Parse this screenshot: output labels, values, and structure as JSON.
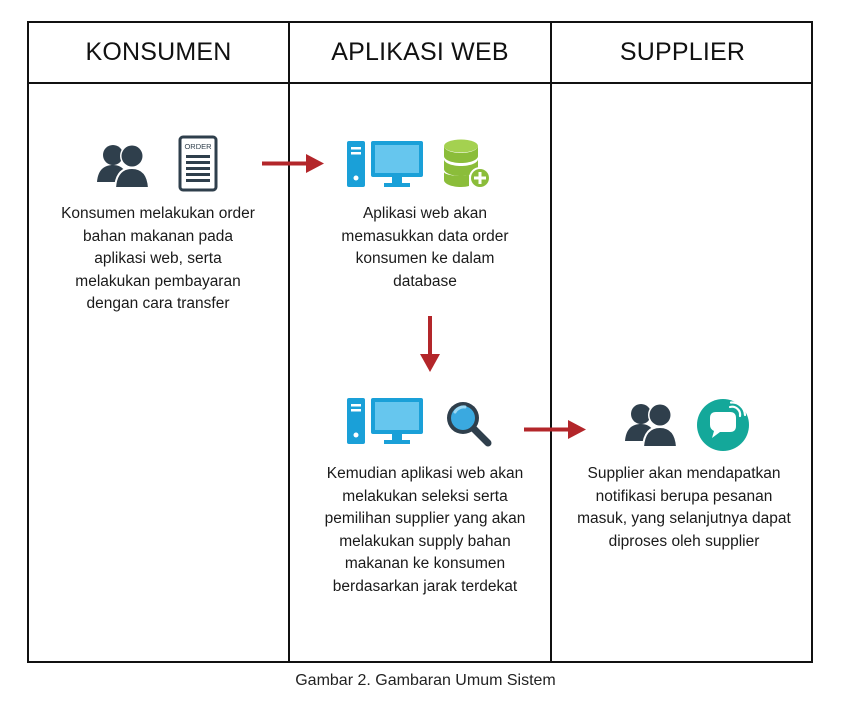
{
  "columns": {
    "konsumen": "KONSUMEN",
    "aplikasi": "APLIKASI WEB",
    "supplier": "SUPPLIER"
  },
  "steps": {
    "konsumen_order": "Konsumen melakukan order bahan makanan pada aplikasi web, serta melakukan pembayaran dengan cara transfer",
    "aplikasi_database": "Aplikasi web akan memasukkan data order konsumen ke dalam database",
    "aplikasi_seleksi": "Kemudian aplikasi web akan melakukan seleksi serta pemilihan supplier yang akan melakukan supply bahan makanan ke konsumen berdasarkan jarak terdekat",
    "supplier_notifikasi": "Supplier akan mendapatkan notifikasi berupa pesanan masuk, yang selanjutnya dapat diproses oleh supplier"
  },
  "icons": {
    "order_label": "ORDER"
  },
  "colors": {
    "arrow": "#b3262a",
    "accent": "#1aa0d8",
    "people": "#2f3f4c",
    "database": "#8bbd3a",
    "chat": "#14a89a"
  },
  "caption": "Gambar 2. Gambaran Umum Sistem"
}
